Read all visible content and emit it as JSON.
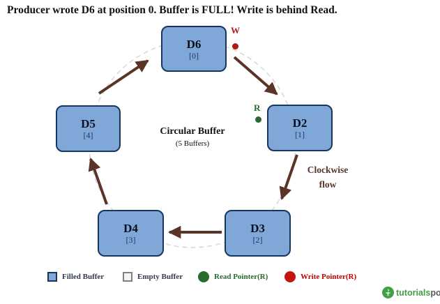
{
  "title": "Producer wrote D6 at position 0. Buffer is FULL! Write is behind Read.",
  "diagram": {
    "center_title": "Circular Buffer",
    "center_subtitle": "(5 Buffers)",
    "flow_line1": "Clockwise",
    "flow_line2": "flow",
    "buffers": [
      {
        "id": "D6",
        "index": "[0]"
      },
      {
        "id": "D2",
        "index": "[1]"
      },
      {
        "id": "D3",
        "index": "[2]"
      },
      {
        "id": "D4",
        "index": "[3]"
      },
      {
        "id": "D5",
        "index": "[4]"
      }
    ],
    "write_pointer_label": "W",
    "read_pointer_label": "R"
  },
  "legend": {
    "filled": "Filled Buffer",
    "empty": "Empty Buffer",
    "read": "Read Pointer(R)",
    "write": "Write Pointer(R)"
  },
  "logo": {
    "green_text": "tutorials",
    "dark_text": "point"
  },
  "colors": {
    "buffer-fill": "#7fa8d9",
    "buffer-border": "#17365d",
    "arrow": "#5b3428",
    "write-red": "#b31b1b",
    "read-green": "#276b2f",
    "dash": "#d9d9d9",
    "flow-text": "#5b3428",
    "legend-dark": "#333a4d",
    "logo-green": "#42a045",
    "logo-dark": "#58585a"
  }
}
